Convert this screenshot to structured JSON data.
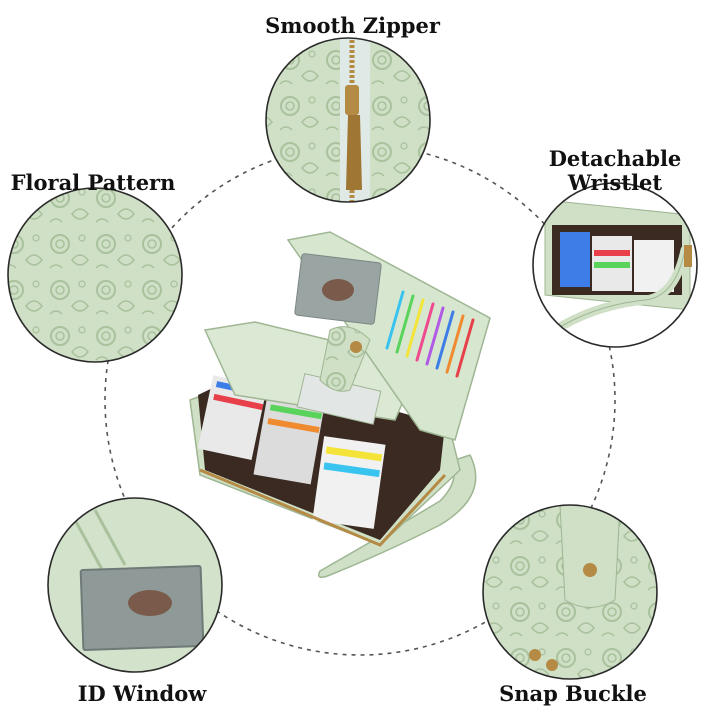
{
  "features": {
    "zipper": "Smooth Zipper",
    "floral": "Floral Pattern",
    "wristlet": "Detachable\nWristlet",
    "id_window": "ID Window",
    "snap": "Snap Buckle"
  },
  "colors": {
    "background": "#ffffff",
    "leather": "#cfe0c6",
    "leather_dark": "#b9cfae",
    "emboss": "#a9c19c",
    "interior": "#3b2a22",
    "zipper_metal": "#b48a45",
    "dashed_ring": "#555555",
    "callout_border": "#2a2a2a",
    "label_text": "#111111"
  },
  "card_stripe_colors": [
    "#39c4f0",
    "#5ad35a",
    "#f4e43a",
    "#ef4a8f",
    "#b05ae6",
    "#3c7de8",
    "#f08a2f",
    "#e8404a"
  ]
}
